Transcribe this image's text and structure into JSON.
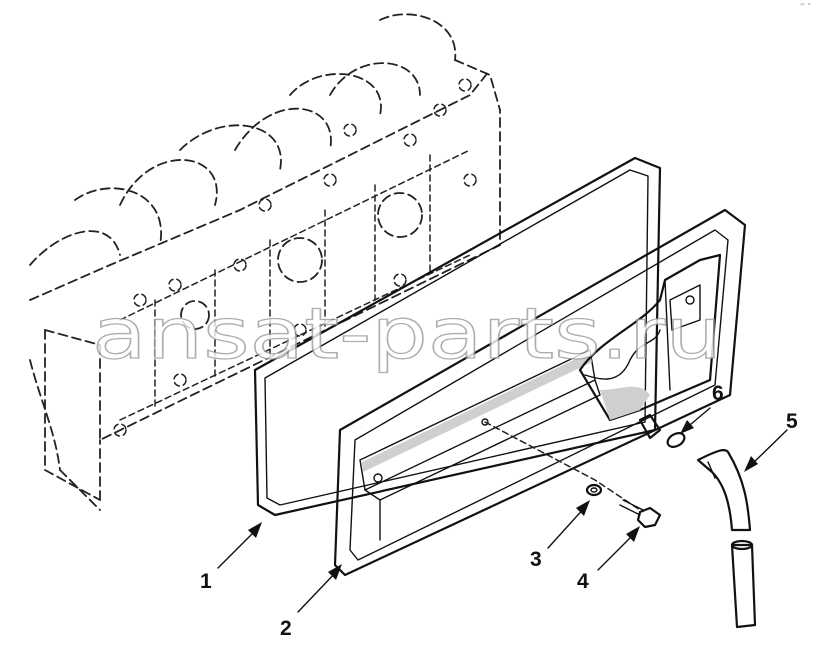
{
  "diagram": {
    "callouts": [
      {
        "id": "1",
        "label": "1"
      },
      {
        "id": "2",
        "label": "2"
      },
      {
        "id": "3",
        "label": "3"
      },
      {
        "id": "4",
        "label": "4"
      },
      {
        "id": "5",
        "label": "5"
      },
      {
        "id": "6",
        "label": "6"
      }
    ],
    "watermark": "ansat-parts.ru",
    "corner_marks": "‴ ″"
  }
}
